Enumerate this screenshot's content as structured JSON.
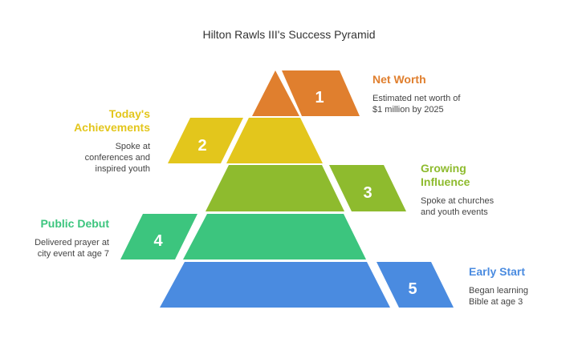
{
  "title": "Hilton Rawls III's Success Pyramid",
  "levels": [
    {
      "number": "1",
      "heading": "Net Worth",
      "description": "Estimated net worth of $1 million by 2025",
      "color": "#E07F2E"
    },
    {
      "number": "2",
      "heading": "Today's Achievements",
      "description": "Spoke at conferences and inspired youth",
      "color": "#E3C61C"
    },
    {
      "number": "3",
      "heading": "Growing Influence",
      "description": "Spoke at churches and youth events",
      "color": "#8EBB2E"
    },
    {
      "number": "4",
      "heading": "Public Debut",
      "description": "Delivered prayer at city event at age 7",
      "color": "#3CC57E"
    },
    {
      "number": "5",
      "heading": "Early Start",
      "description": "Began learning Bible at age 3",
      "color": "#4A8BE0"
    }
  ]
}
